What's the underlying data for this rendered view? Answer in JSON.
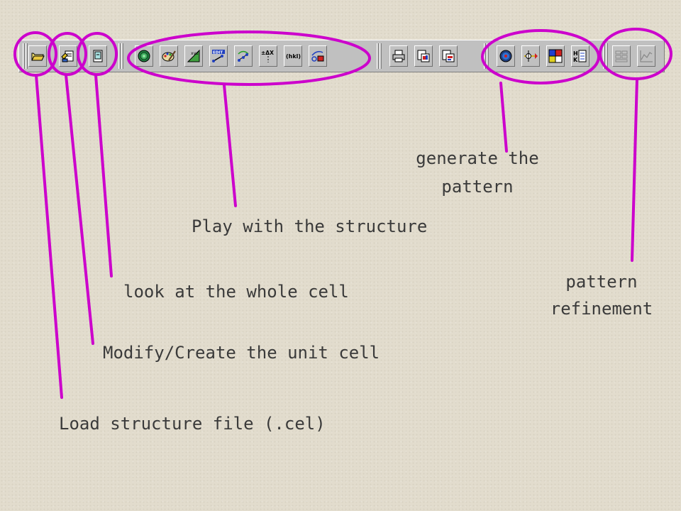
{
  "toolbar": {
    "buttons": [
      {
        "id": "open",
        "icon": "open-folder-icon"
      },
      {
        "id": "unitcell",
        "icon": "unit-cell-editor-icon"
      },
      {
        "id": "wholecell",
        "icon": "whole-cell-icon"
      },
      {
        "id": "sphere",
        "icon": "atom-sphere-icon"
      },
      {
        "id": "palette",
        "icon": "palette-icon"
      },
      {
        "id": "xyz",
        "icon": "xyz-axes-icon"
      },
      {
        "id": "edit",
        "icon": "edit-bond-icon",
        "text": "EDIT"
      },
      {
        "id": "rotate",
        "icon": "rotate-molecule-icon"
      },
      {
        "id": "deltax",
        "icon": "delta-x-icon",
        "text": "±ΔX"
      },
      {
        "id": "hkl",
        "icon": "hkl-plane-icon",
        "text": "(hkl)"
      },
      {
        "id": "transform",
        "icon": "transform-icon"
      },
      {
        "id": "print",
        "icon": "printer-icon"
      },
      {
        "id": "export1",
        "icon": "export-image-icon"
      },
      {
        "id": "export2",
        "icon": "export-data-icon"
      },
      {
        "id": "pattern",
        "icon": "diffraction-pattern-icon"
      },
      {
        "id": "beam",
        "icon": "beam-icon"
      },
      {
        "id": "colormap",
        "icon": "color-map-icon"
      },
      {
        "id": "hkl-list",
        "icon": "hkl-list-icon",
        "text": "HK"
      },
      {
        "id": "refine-table",
        "icon": "refinement-table-icon"
      },
      {
        "id": "refine-plot",
        "icon": "refinement-plot-icon"
      }
    ]
  },
  "annotations": {
    "load": "Load structure file  (.cel)",
    "modify": "Modify/Create the unit cell",
    "whole_cell": "look at the whole cell",
    "play": "Play with the structure",
    "generate_line1": "generate the",
    "generate_line2": "pattern",
    "refine_line1": "pattern",
    "refine_line2": "refinement"
  },
  "colors": {
    "annotation": "#cc00cc",
    "toolbar": "#c0c0c0",
    "background": "#e2dccd"
  }
}
